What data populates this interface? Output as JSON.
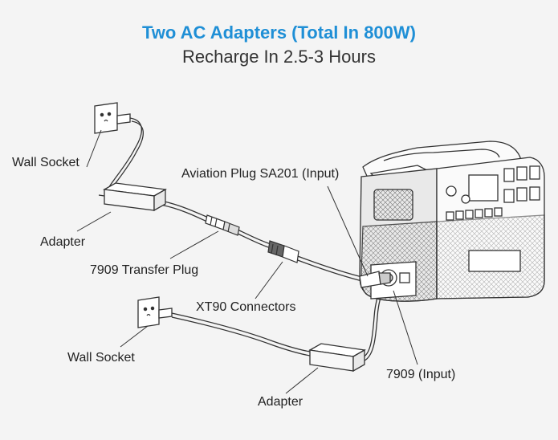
{
  "header": {
    "title": "Two AC Adapters (Total In 800W)",
    "subtitle": "Recharge In 2.5-3 Hours"
  },
  "labels": {
    "wall_socket_top": "Wall Socket",
    "adapter_top": "Adapter",
    "transfer_plug": "7909 Transfer Plug",
    "aviation_plug": "Aviation Plug SA201 (Input)",
    "xt90": "XT90 Connectors",
    "wall_socket_bottom": "Wall Socket",
    "input_7909": "7909 (Input)",
    "adapter_bottom": "Adapter"
  },
  "colors": {
    "title": "#1f8fd6",
    "line": "#333333",
    "background": "#f4f4f4"
  }
}
